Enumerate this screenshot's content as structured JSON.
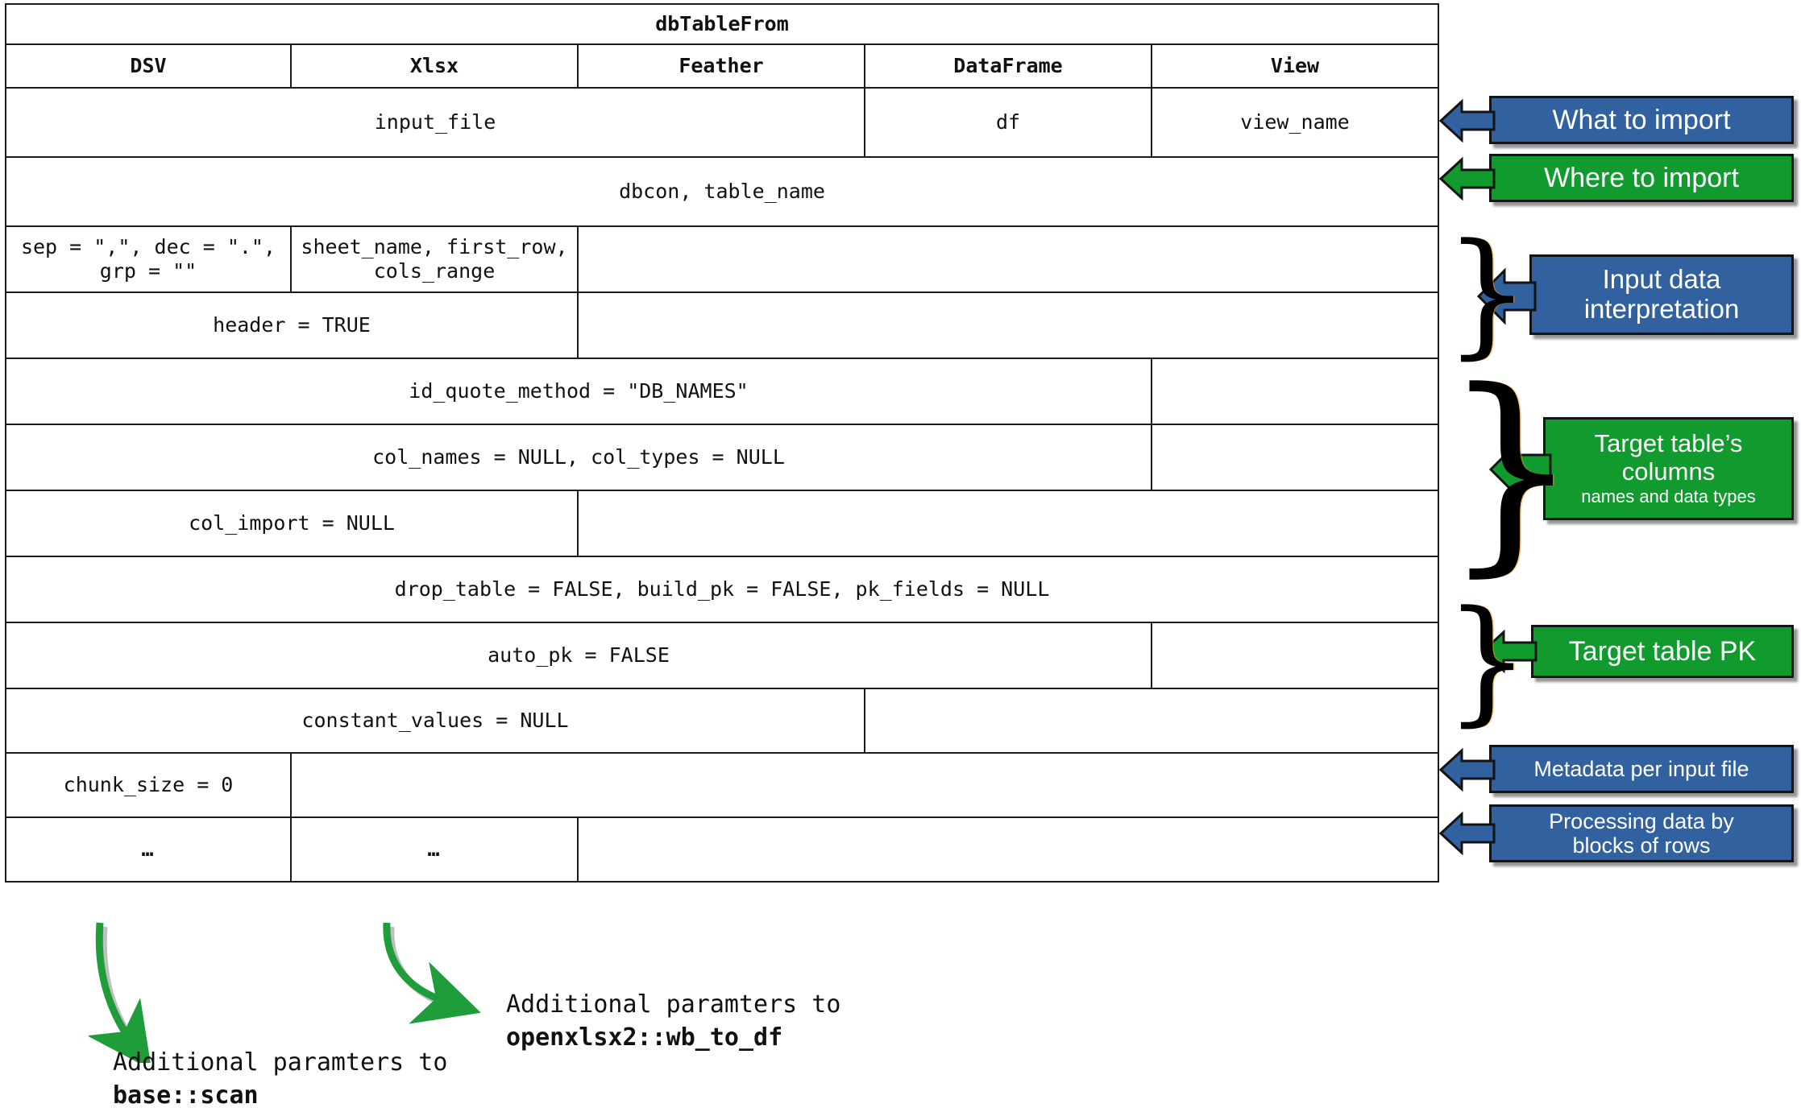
{
  "table": {
    "title": "dbTableFrom",
    "columns": [
      "DSV",
      "Xlsx",
      "Feather",
      "DataFrame",
      "View"
    ],
    "rows": [
      {
        "id": "what-to-import",
        "cells": [
          {
            "text": "input_file",
            "span": 3,
            "grey": false
          },
          {
            "text": "df",
            "span": 1,
            "grey": false
          },
          {
            "text": "view_name",
            "span": 1,
            "grey": false
          }
        ]
      },
      {
        "id": "where-to-import",
        "cells": [
          {
            "text": "dbcon, table_name",
            "span": 5,
            "grey": false
          }
        ]
      },
      {
        "id": "sep-dec-grp",
        "cells": [
          {
            "text": "sep = \",\", dec = \".\", grp = \"\"",
            "span": 1,
            "grey": false
          },
          {
            "text": "sheet_name, first_row, cols_range",
            "span": 1,
            "grey": false
          },
          {
            "text": "",
            "span": 3,
            "grey": true
          }
        ]
      },
      {
        "id": "header",
        "cells": [
          {
            "text": "header = TRUE",
            "span": 2,
            "grey": false
          },
          {
            "text": "",
            "span": 3,
            "grey": true
          }
        ]
      },
      {
        "id": "id-quote-method",
        "cells": [
          {
            "text": "id_quote_method = \"DB_NAMES\"",
            "span": 4,
            "grey": false
          },
          {
            "text": "",
            "span": 1,
            "grey": true
          }
        ]
      },
      {
        "id": "col-names-types",
        "cells": [
          {
            "text": "col_names = NULL, col_types = NULL",
            "span": 4,
            "grey": false
          },
          {
            "text": "",
            "span": 1,
            "grey": true
          }
        ]
      },
      {
        "id": "col-import",
        "cells": [
          {
            "text": "col_import = NULL",
            "span": 2,
            "grey": false
          },
          {
            "text": "",
            "span": 3,
            "grey": true
          }
        ]
      },
      {
        "id": "drop-table-build-pk",
        "cells": [
          {
            "text": "drop_table = FALSE, build_pk = FALSE, pk_fields = NULL",
            "span": 5,
            "grey": false
          }
        ]
      },
      {
        "id": "auto-pk",
        "cells": [
          {
            "text": "auto_pk = FALSE",
            "span": 4,
            "grey": false
          },
          {
            "text": "",
            "span": 1,
            "grey": true
          }
        ]
      },
      {
        "id": "constant-values",
        "cells": [
          {
            "text": "constant_values = NULL",
            "span": 3,
            "grey": false
          },
          {
            "text": "",
            "span": 2,
            "grey": true
          }
        ]
      },
      {
        "id": "chunk-size",
        "cells": [
          {
            "text": "chunk_size = 0",
            "span": 1,
            "grey": false
          },
          {
            "text": "",
            "span": 4,
            "grey": true
          }
        ]
      },
      {
        "id": "ellipsis",
        "cells": [
          {
            "text": "…",
            "span": 1,
            "grey": false,
            "dots": true
          },
          {
            "text": "…",
            "span": 1,
            "grey": false,
            "dots": true
          },
          {
            "text": "",
            "span": 3,
            "grey": true
          }
        ]
      }
    ]
  },
  "callouts": [
    {
      "id": "what-to-import",
      "label": "What to import",
      "sub": "",
      "color": "blue"
    },
    {
      "id": "where-to-import",
      "label": "Where to import",
      "sub": "",
      "color": "green"
    },
    {
      "id": "input-data-interp",
      "label": "Input data\ninterpretation",
      "sub": "",
      "color": "blue"
    },
    {
      "id": "target-table-columns",
      "label": "Target table’s\ncolumns",
      "sub": "names and data types",
      "color": "green"
    },
    {
      "id": "target-table-pk",
      "label": "Target table PK",
      "sub": "",
      "color": "green"
    },
    {
      "id": "metadata-per-input",
      "label": "Metadata per input file",
      "sub": "",
      "color": "blue"
    },
    {
      "id": "processing-blocks",
      "label": "Processing data by\nblocks of rows",
      "sub": "",
      "color": "blue"
    }
  ],
  "captions": [
    {
      "id": "base-scan",
      "line1": "Additional paramters to",
      "line2": "base::scan"
    },
    {
      "id": "wb-to-df",
      "line1": "Additional paramters to",
      "line2": "openxlsx2::wb_to_df"
    }
  ],
  "colors": {
    "blue": "#31619E",
    "green": "#119B2E",
    "grey_cell": "#808080",
    "border": "#1a1a1a",
    "arrow_green": "#2CA02C"
  }
}
